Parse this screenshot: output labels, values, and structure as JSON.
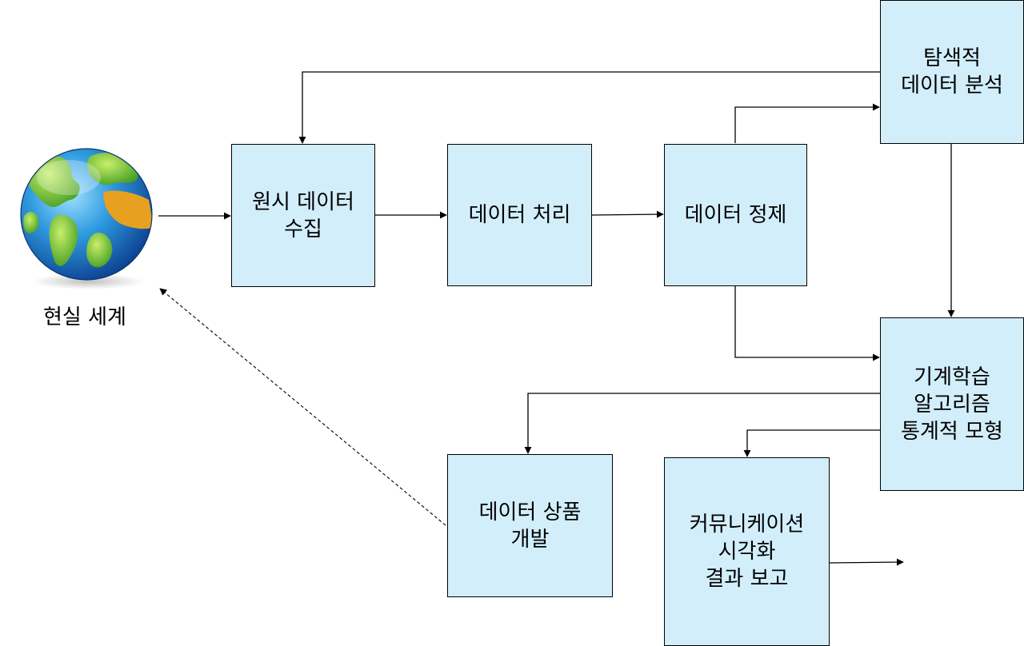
{
  "diagram": {
    "real_world": {
      "icon": "globe-icon",
      "label": "현실 세계"
    },
    "nodes": {
      "raw_collect": {
        "line1": "원시 데이터",
        "line2": "수집"
      },
      "processing": {
        "line1": "데이터 처리"
      },
      "cleaning": {
        "line1": "데이터 정제"
      },
      "eda": {
        "line1": "탐색적",
        "line2": "데이터 분석"
      },
      "ml": {
        "line1": "기계학습",
        "line2": "알고리즘",
        "line3": "통계적 모형"
      },
      "product": {
        "line1": "데이터 상품",
        "line2": "개발"
      },
      "communication": {
        "line1": "커뮤니케이션",
        "line2": "시각화",
        "line3": "결과 보고"
      }
    },
    "colors": {
      "box_fill": "#d2eefb",
      "box_border": "#000000",
      "arrow": "#000000"
    }
  }
}
